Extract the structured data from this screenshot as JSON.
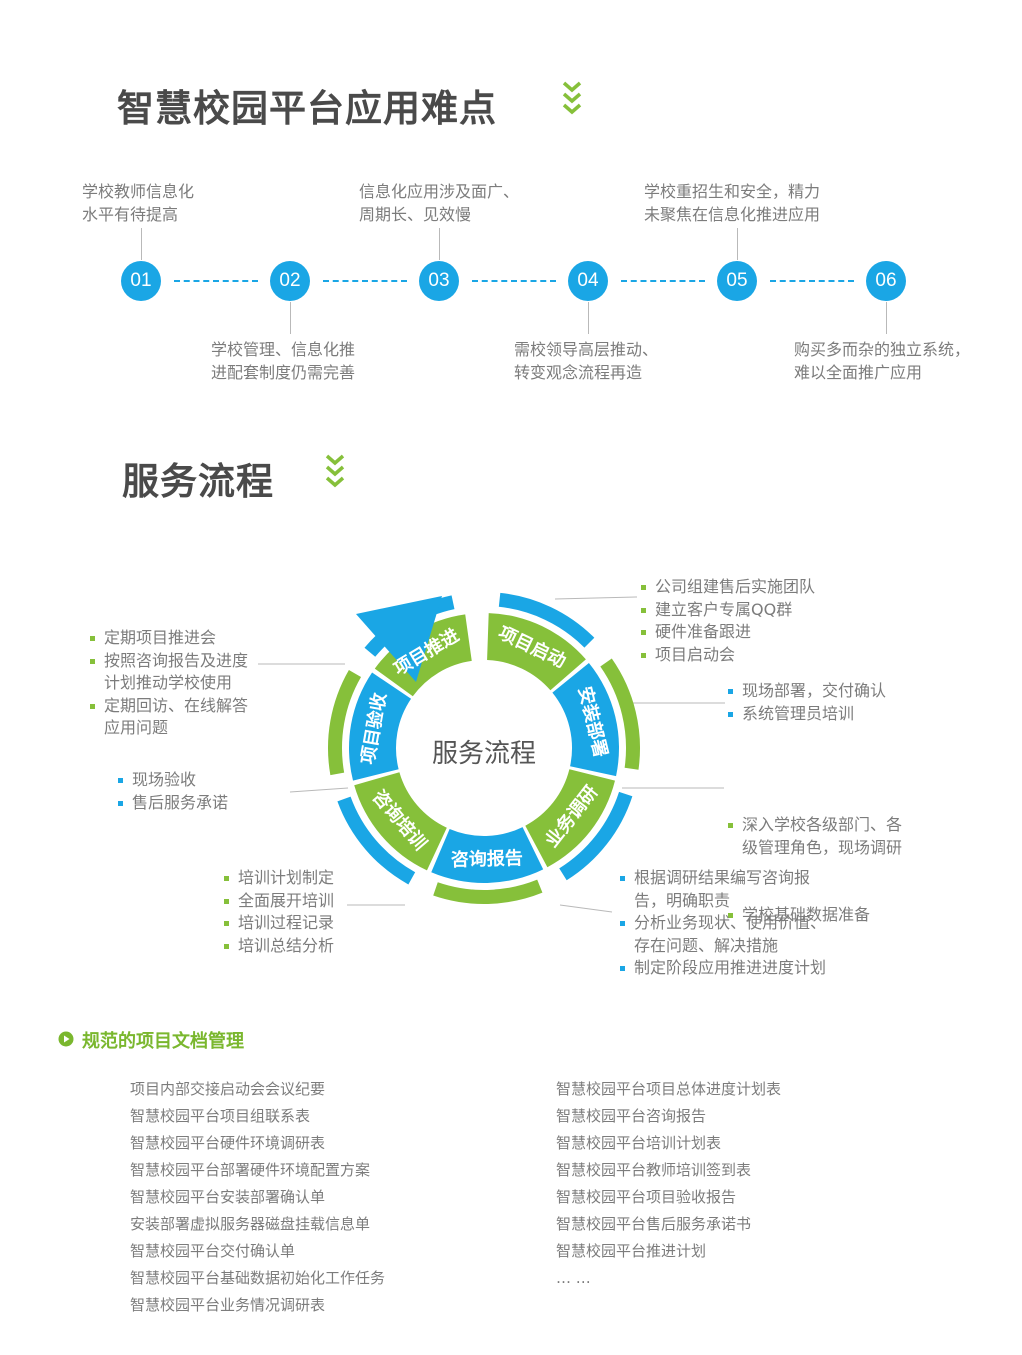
{
  "difficulties": {
    "title": "智慧校园平台应用难点",
    "items": [
      {
        "num": "01",
        "text": "学校教师信息化\n水平有待提高"
      },
      {
        "num": "02",
        "text": "学校管理、信息化推\n进配套制度仍需完善"
      },
      {
        "num": "03",
        "text": "信息化应用涉及面广、\n周期长、见效慢"
      },
      {
        "num": "04",
        "text": "需校领导高层推动、\n转变观念流程再造"
      },
      {
        "num": "05",
        "text": "学校重招生和安全，精力\n未聚焦在信息化推进应用"
      },
      {
        "num": "06",
        "text": "购买多而杂的独立系统，\n难以全面推广应用"
      }
    ]
  },
  "service": {
    "title": "服务流程",
    "center_label": "服务流程",
    "segments": [
      {
        "label": "项目启动",
        "color": "green"
      },
      {
        "label": "安装部署",
        "color": "blue"
      },
      {
        "label": "业务调研",
        "color": "green"
      },
      {
        "label": "咨询报告",
        "color": "blue"
      },
      {
        "label": "咨询培训",
        "color": "green"
      },
      {
        "label": "项目验收",
        "color": "blue"
      },
      {
        "label": "项目推进",
        "color": "green"
      }
    ],
    "notes": {
      "start": [
        "公司组建售后实施团队",
        "建立客户专属QQ群",
        "硬件准备跟进",
        "项目启动会"
      ],
      "deploy": [
        "现场部署，交付确认",
        "系统管理员培训"
      ],
      "research": [
        "深入学校各级部门、各\n级管理角色，现场调研",
        "学校基础数据准备"
      ],
      "report": [
        "根据调研结果编写咨询报\n告，明确职责",
        "分析业务现状、使用价值、\n存在问题、解决措施",
        "制定阶段应用推进进度计划"
      ],
      "training": [
        "培训计划制定",
        "全面展开培训",
        "培训过程记录",
        "培训总结分析"
      ],
      "acceptance": [
        "现场验收",
        "售后服务承诺"
      ],
      "advance": [
        "定期项目推进会",
        "按照咨询报告及进度\n计划推动学校使用",
        "定期回访、在线解答\n应用问题"
      ]
    }
  },
  "documents": {
    "title": "规范的项目文档管理",
    "left": [
      "项目内部交接启动会会议纪要",
      "智慧校园平台项目组联系表",
      "智慧校园平台硬件环境调研表",
      "智慧校园平台部署硬件环境配置方案",
      "智慧校园平台安装部署确认单",
      "安装部署虚拟服务器磁盘挂载信息单",
      "智慧校园平台交付确认单",
      "智慧校园平台基础数据初始化工作任务",
      "智慧校园平台业务情况调研表"
    ],
    "right": [
      "智慧校园平台项目总体进度计划表",
      "智慧校园平台咨询报告",
      "智慧校园平台培训计划表",
      "智慧校园平台教师培训签到表",
      "智慧校园平台项目验收报告",
      "智慧校园平台售后服务承诺书",
      "智慧校园平台推进计划",
      "… …"
    ]
  },
  "colors": {
    "green": "#86c03a",
    "blue": "#1aa6e5",
    "title": "#4a4a4a",
    "doc_title": "#7ab72e"
  },
  "icons": {
    "section_chevron": "double-chevron-down-icon",
    "doc_bullet": "circle-play-icon"
  }
}
